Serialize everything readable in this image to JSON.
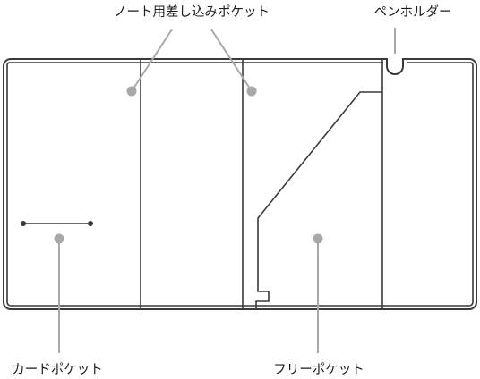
{
  "labels": {
    "notebook_insert_pocket": "ノート用差し込みポケット",
    "pen_holder": "ペンホルダー",
    "card_pocket": "カードポケット",
    "free_pocket": "フリーポケット"
  },
  "colors": {
    "outline": "#3a3a3a",
    "leader": "#a8a8a8",
    "text": "#1a1a1a",
    "background": "#ffffff"
  }
}
